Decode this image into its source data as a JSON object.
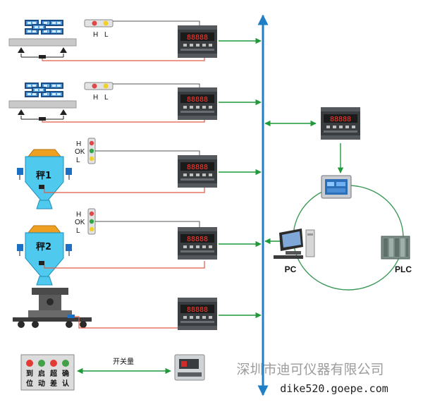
{
  "colors": {
    "bus": "#1e7fc6",
    "arrow_green": "#1f9a3a",
    "wire_red": "#e05a44",
    "wire_gray": "#555555",
    "network_ring": "#3f9a5a",
    "tank": "#4fc9ee",
    "watermark": "#9c9c9c"
  },
  "stations": {
    "row1": {
      "lamp_h": "H",
      "lamp_l": "L"
    },
    "row2": {
      "lamp_h": "H",
      "lamp_l": "L"
    },
    "row3": {
      "tank_label": "秤1",
      "lamp_h": "H",
      "lamp_ok": "OK",
      "lamp_l": "L"
    },
    "row4": {
      "tank_label": "秤2",
      "lamp_h": "H",
      "lamp_ok": "OK",
      "lamp_l": "L"
    }
  },
  "network": {
    "pc_label": "PC",
    "plc_label": "PLC"
  },
  "panel": {
    "buttons": [
      {
        "label_top": "到",
        "label_bottom": "位",
        "color": "#e53935"
      },
      {
        "label_top": "启",
        "label_bottom": "动",
        "color": "#43a047"
      },
      {
        "label_top": "超",
        "label_bottom": "差",
        "color": "#e53935"
      },
      {
        "label_top": "确",
        "label_bottom": "认",
        "color": "#43a047"
      }
    ],
    "switch_label": "开关量"
  },
  "watermark": {
    "company": "深圳市迪可仪器有限公司",
    "url": "dike520.goepe.com"
  },
  "icons": {
    "controller": "weighing-controller-icon",
    "hmi": "touch-screen-hmi-icon",
    "pc": "desktop-pc-icon",
    "plc": "plc-rack-icon",
    "lamp": "signal-lamp-icon",
    "platform": "platform-scale-icon",
    "tank": "hopper-scale-icon",
    "truck": "rail-scale-icon"
  }
}
